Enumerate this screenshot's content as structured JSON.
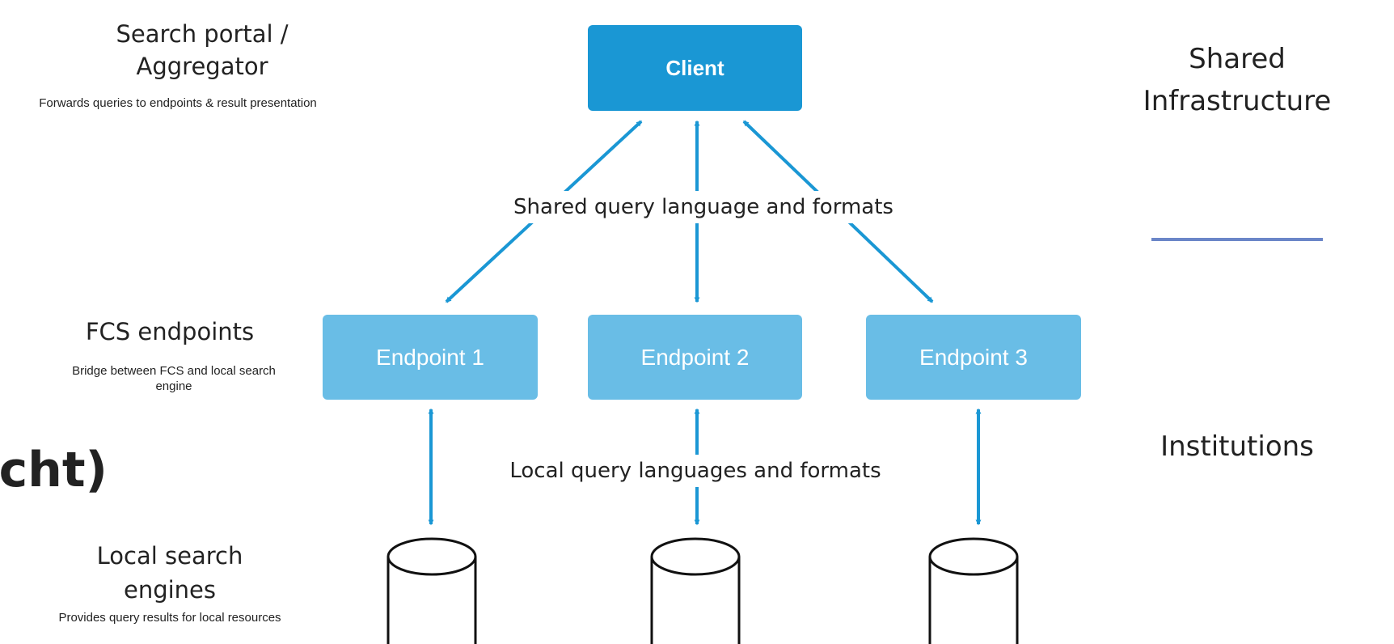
{
  "layers": {
    "aggregator": {
      "title_line1": "Search portal /",
      "title_line2": "Aggregator",
      "description": "Forwards queries to endpoints & result presentation"
    },
    "endpoints": {
      "title": "FCS endpoints",
      "description_line1": "Bridge between FCS and local search",
      "description_line2": "engine"
    },
    "engines": {
      "title_line1": "Local search",
      "title_line2": "engines",
      "description": "Provides query results for local resources"
    }
  },
  "nodes": {
    "client": "Client",
    "endpoint_1": "Endpoint 1",
    "endpoint_2": "Endpoint 2",
    "endpoint_3": "Endpoint 3"
  },
  "connections": {
    "shared": "Shared query language and formats",
    "local": "Local query languages and formats"
  },
  "side_labels": {
    "top_line1": "Shared",
    "top_line2": "Infrastructure",
    "bottom": "Institutions"
  },
  "cut_off_text": "icht)",
  "colors": {
    "client": "#1a97d4",
    "endpoint": "#69bde6",
    "arrow": "#1a97d4",
    "divider": "#6b86c8"
  }
}
